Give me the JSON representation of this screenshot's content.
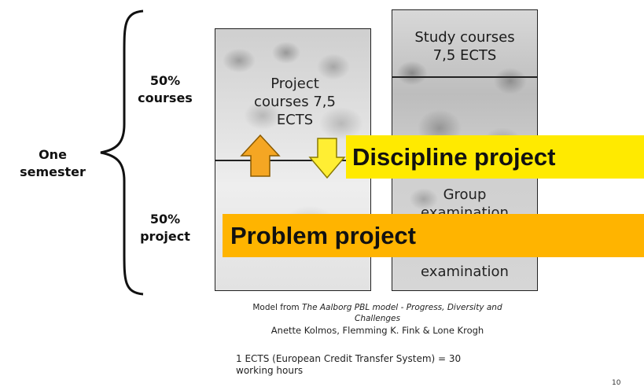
{
  "left_labels": {
    "one_semester": [
      "One",
      "semester"
    ],
    "top_split": [
      "50%",
      "courses"
    ],
    "bottom_split": [
      "50%",
      "project"
    ]
  },
  "boxes": {
    "project_courses": [
      "Project",
      "courses 7,5",
      "ECTS"
    ],
    "study_courses": [
      "Study courses",
      "7,5 ECTS"
    ],
    "group_examination": [
      "Group",
      "examination"
    ],
    "bottom_examination": "examination"
  },
  "banners": {
    "discipline": "Discipline  project",
    "problem": "Problem project"
  },
  "arrows": {
    "up_color": "#f5a623",
    "down_color": "#ffee33"
  },
  "colors": {
    "banner_yellow": "#ffea00",
    "banner_orange": "#ffb400"
  },
  "caption": {
    "line1_prefix": "Model from ",
    "line1_title": "The Aalborg PBL model - Progress, Diversity and",
    "line2_title": "Challenges",
    "authors": "Anette  Kolmos, Flemming  K. Fink & Lone  Krogh",
    "ects_line1": "1 ECTS (European  Credit Transfer System) = 30",
    "ects_line2": "working hours"
  },
  "page_number": "10"
}
